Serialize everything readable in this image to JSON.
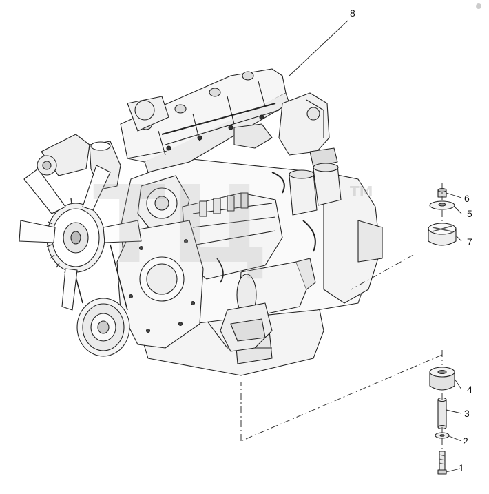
{
  "diagram": {
    "watermark": "ТЦ",
    "watermark_mark": "TM",
    "callouts": [
      {
        "id": "8",
        "label": "8"
      },
      {
        "id": "6",
        "label": "6"
      },
      {
        "id": "5",
        "label": "5"
      },
      {
        "id": "7",
        "label": "7"
      },
      {
        "id": "4",
        "label": "4"
      },
      {
        "id": "3",
        "label": "3"
      },
      {
        "id": "2",
        "label": "2"
      },
      {
        "id": "1",
        "label": "1"
      }
    ]
  },
  "colors": {
    "line": "#222222",
    "fill": "#ffffff",
    "shade": "#d9d9d9",
    "dark": "#555555"
  }
}
